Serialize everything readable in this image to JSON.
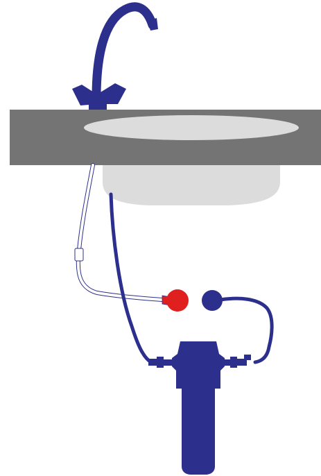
{
  "diagram": {
    "kind": "under-sink water filter installation",
    "components": [
      {
        "id": "faucet",
        "icon": "faucet-icon"
      },
      {
        "id": "countertop",
        "icon": "countertop-icon"
      },
      {
        "id": "sink-basin",
        "icon": "sink-basin-icon"
      },
      {
        "id": "hot-water-hose",
        "icon": "hose-icon"
      },
      {
        "id": "hot-water-valve",
        "icon": "valve-icon"
      },
      {
        "id": "cold-water-valve",
        "icon": "valve-icon"
      },
      {
        "id": "filter-housing",
        "icon": "filter-cartridge-icon"
      }
    ],
    "colors": {
      "faucet": "#2d2f8c",
      "countertop": "#747474",
      "sink": "#dcdcdc",
      "hot_valve": "#e0201e",
      "cold_valve": "#2d2f8c",
      "filter": "#2d2f8c",
      "flexible_hose": "#ffffff"
    }
  }
}
